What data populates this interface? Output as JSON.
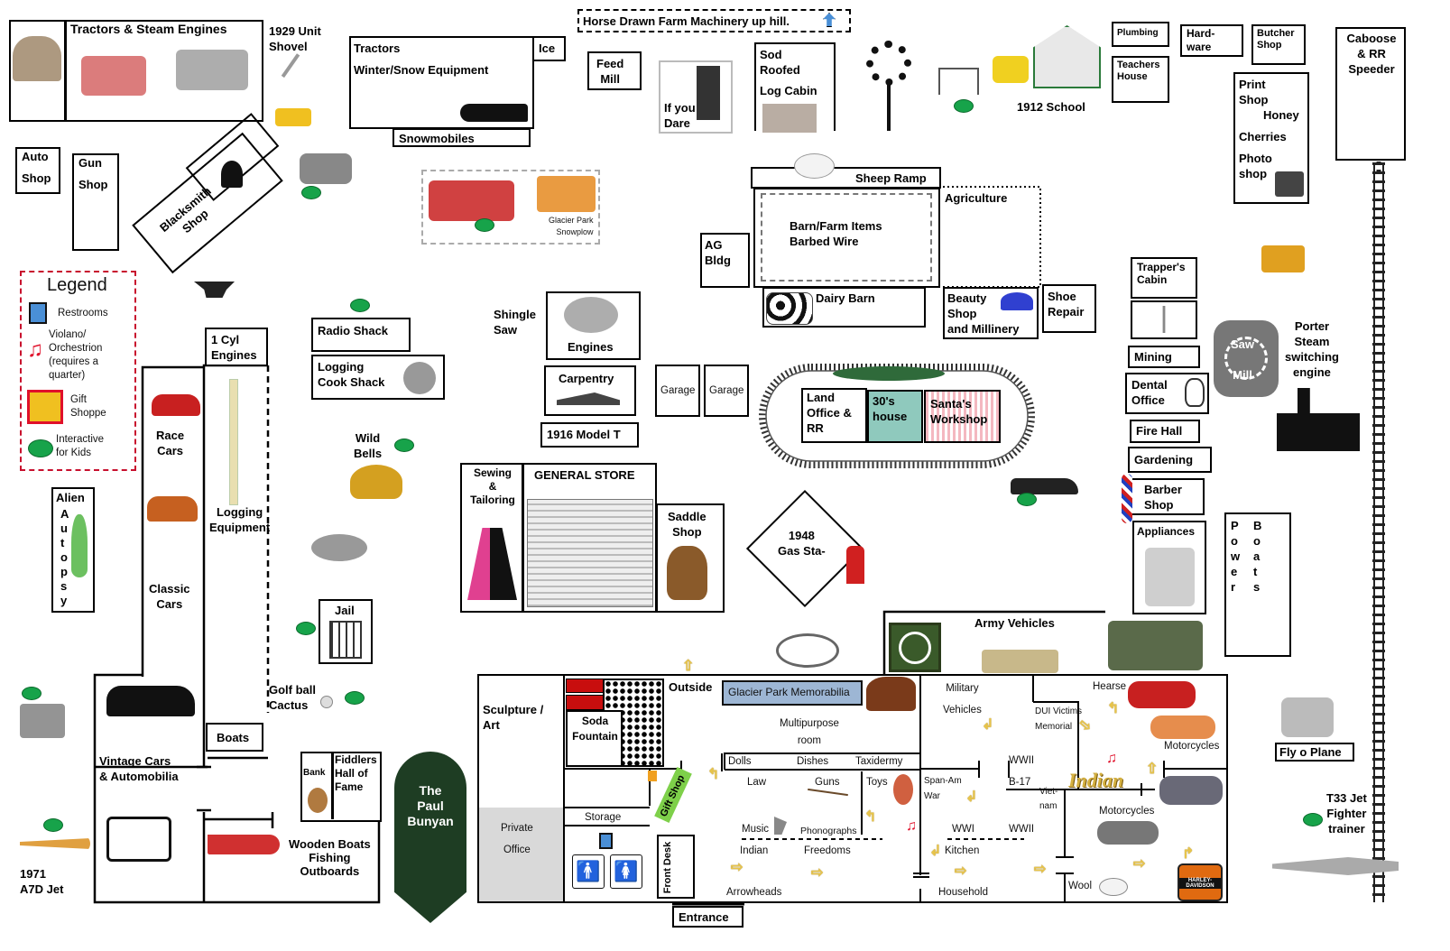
{
  "labels": {
    "tractors_steam": "Tractors & Steam Engines",
    "unit_shovel": "1929 Unit\nShovel",
    "tractors": "Tractors",
    "winter_snow": "Winter/Snow Equipment",
    "ice": "Ice",
    "snowmobiles": "Snowmobiles",
    "horse_drawn": "Horse Drawn Farm Machinery up hill.",
    "feed_mill": "Feed\nMill",
    "if_you_dare": "If you\nDare",
    "sod_roofed": "Sod\nRoofed",
    "log_cabin": "Log Cabin",
    "school": "1912 School",
    "plumbing": "Plumbing",
    "teachers_house": "Teachers\nHouse",
    "hardware": "Hard-\nware",
    "butcher_shop": "Butcher\nShop",
    "print_shop": "Print\nShop",
    "honey": "Honey",
    "cherries": "Cherries",
    "photo_shop": "Photo\nshop",
    "caboose": "Caboose\n& RR\nSpeeder",
    "auto_shop": "Auto\n\nShop",
    "gun_shop": "Gun\n\nShop",
    "blacksmith": "Blacksmith\nShop",
    "glacier_snowplow": "Glacier Park\nSnowplow",
    "sheep_ramp": "Sheep Ramp",
    "agriculture": "Agriculture",
    "barn_items": "Barn/Farm Items\nBarbed Wire",
    "ag_bldg": "AG\nBldg",
    "dairy_barn": "Dairy Barn",
    "beauty_shop": "Beauty\nShop\nand Millinery",
    "shoe_repair": "Shoe\nRepair",
    "trappers_cabin": "Trapper's\nCabin",
    "mining": "Mining",
    "dental_office": "Dental\nOffice",
    "fire_hall": "Fire Hall",
    "gardening": "Gardening",
    "barber_shop": "Barber\nShop",
    "appliances": "Appliances",
    "power_boats_1": "P\no\nw\ne\nr",
    "power_boats_2": "B\no\na\nt\ns",
    "saw_mill": "Saw\n\nMill",
    "porter_engine": "Porter\nSteam\nswitching\nengine",
    "one_cyl": "1 Cyl\nEngines",
    "race_cars": "Race\nCars",
    "logging_equipment": "Logging\nEquipment",
    "classic_cars": "Classic\nCars",
    "alien_autopsy_1": "Alien",
    "alien_autopsy_2": "A\nu\nt\no\np\ns\ny",
    "radio_shack": "Radio Shack",
    "logging_cook": "Logging\nCook Shack",
    "shingle_saw": "Shingle\nSaw",
    "engines": "Engines",
    "carpentry": "Carpentry",
    "garage_1": "Garage",
    "garage_2": "Garage",
    "model_t": "1916 Model T",
    "land_office": "Land\nOffice &\nRR",
    "thirties_house": "30's\nhouse",
    "santas_workshop": "Santa's\nWorkshop",
    "wild_bells": "Wild\nBells",
    "jail": "Jail",
    "sewing": "Sewing\n&\nTailoring",
    "general_store": "GENERAL STORE",
    "saddle_shop": "Saddle\nShop",
    "gas_station": "1948\nGas Sta-",
    "golf_cactus": "Golf ball\nCactus",
    "boats": "Boats",
    "vintage_cars": "Vintage Cars\n& Automobilia",
    "bank": "Bank",
    "fiddlers": "Fiddlers\nHall of\nFame",
    "paul_bunyan": "The\nPaul\nBunyan",
    "wooden_boats": "Wooden Boats\nFishing\nOutboards",
    "a7d_jet": "1971\nA7D Jet",
    "army_vehicles": "Army Vehicles",
    "fly_o_plane": "Fly o Plane",
    "t33": "T33 Jet\nFighter\ntrainer",
    "entrance": "Entrance"
  },
  "main_building": {
    "sculpture": "Sculpture /\nArt",
    "private_office": "Private\n\nOffice",
    "soda_fountain": "Soda\nFountain",
    "outside": "Outside",
    "gift_shop": "Gift Shop",
    "storage": "Storage",
    "front_desk": "Front Desk",
    "glacier_memorabilia": "Glacier Park Memorabilia",
    "multipurpose": "Multipurpose\nroom",
    "dolls": "Dolls",
    "dishes": "Dishes",
    "taxidermy": "Taxidermy",
    "law": "Law",
    "guns": "Guns",
    "toys": "Toys",
    "music": "Music",
    "phonographs": "Phonographs",
    "indian": "Indian",
    "freedoms": "Freedoms",
    "arrowheads": "Arrowheads",
    "military_vehicles": "Military\n\nVehicles",
    "dui": "DUI Victims\nMemorial",
    "hearse": "Hearse",
    "span_am": "Span-Am\nWar",
    "wwii_top": "WWII",
    "b17": "B-17",
    "vietnam": "Viet-\nnam",
    "indian_logo": "Indian",
    "motorcycles_1": "Motorcycles",
    "motorcycles_2": "Motorcycles",
    "wwi": "WWI",
    "wwii_bottom": "WWII",
    "kitchen": "Kitchen",
    "household": "Household",
    "wool": "Wool",
    "harley_logo": "HARLEY-DAVIDSON"
  },
  "legend": {
    "title": "Legend",
    "restrooms": "Restrooms",
    "violano": "Violano/\nOrchestrion\n(requires a\n      quarter)",
    "gift": "Gift\nShoppe",
    "interactive": "Interactive\nfor Kids",
    "colors": {
      "restroom": "#4a8fd6",
      "music": "#e0102a",
      "gift": "#f0c020",
      "interactive": "#17a34a",
      "border": "#c8102e"
    }
  },
  "colors": {
    "thirties_house": "#8fc9bd",
    "santa": "#f4b8c0",
    "paul_bunyan": "#1e3d23",
    "memorabilia": "#9db6d4",
    "private_office": "#d9d9d9",
    "gift_shop": "#7ed04a",
    "arrow": "#e8c44a"
  }
}
